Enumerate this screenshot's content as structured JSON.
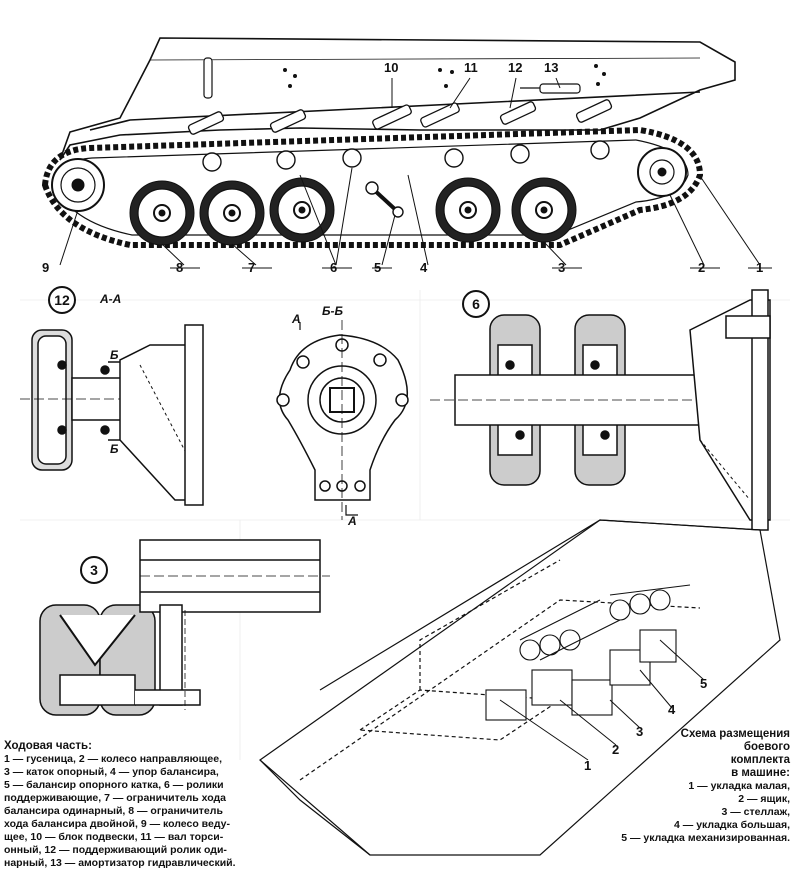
{
  "section_titles": {
    "aa": "А-А",
    "bb": "Б-Б"
  },
  "callouts": {
    "main": [
      "1",
      "2",
      "3",
      "4",
      "5",
      "6",
      "7",
      "8",
      "9",
      "10",
      "11",
      "12",
      "13"
    ],
    "view12": "12",
    "view6": "6",
    "view3": "3"
  },
  "section_marks": {
    "b": "Б",
    "a": "А"
  },
  "ammo_callouts": [
    "1",
    "2",
    "3",
    "4",
    "5"
  ],
  "legend_left": {
    "heading": "Ходовая часть:",
    "lines": [
      "1 — гусеница, 2 — колесо направляющее,",
      "3 — каток опорный, 4 — упор балансира,",
      "5 — балансир опорного катка, 6 — ролики",
      "поддерживающие, 7 — ограничитель хода",
      "балансира одинарный, 8 — ограничитель",
      "хода балансира двойной, 9 — колесо веду-",
      "щее, 10 — блок подвески, 11 — вал торси-",
      "онный, 12 — поддерживающий ролик оди-",
      "нарный, 13 — амортизатор гидравлический."
    ]
  },
  "legend_right": {
    "heading": [
      "Схема размещения",
      "боевого",
      "комплекта",
      "в машине:"
    ],
    "lines": [
      "1 — укладка малая,",
      "2 — ящик,",
      "3 — стеллаж,",
      "4 — укладка большая,",
      "5 — укладка механизированная."
    ]
  },
  "colors": {
    "ink": "#111111",
    "paper": "#ffffff",
    "shade": "#444444"
  }
}
